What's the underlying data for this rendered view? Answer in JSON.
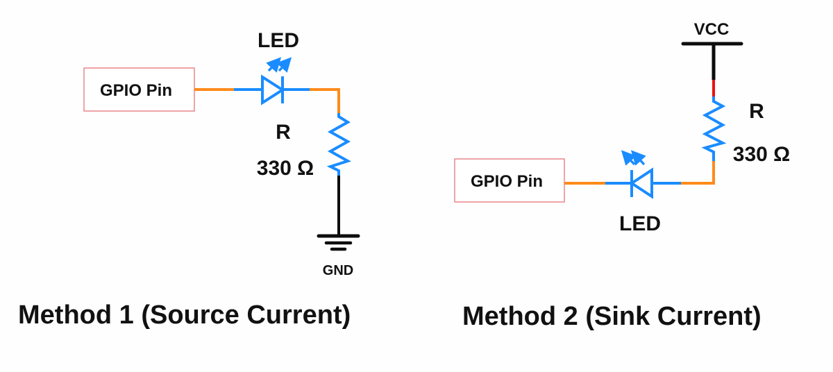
{
  "colors": {
    "wire_orange": "#ff8a1a",
    "component_blue": "#1a8cff",
    "ground_black": "#0d0d0d",
    "vcc_red": "#ee1111",
    "box_border": "#e8868a",
    "text": "#111111"
  },
  "method1": {
    "title": "Method 1 (Source Current)",
    "gpio_label": "GPIO Pin",
    "led_label": "LED",
    "resistor_label": "R",
    "resistor_value": "330 Ω",
    "ground_label": "GND"
  },
  "method2": {
    "title": "Method 2 (Sink Current)",
    "gpio_label": "GPIO Pin",
    "led_label": "LED",
    "resistor_label": "R",
    "resistor_value": "330 Ω",
    "supply_label": "VCC"
  }
}
